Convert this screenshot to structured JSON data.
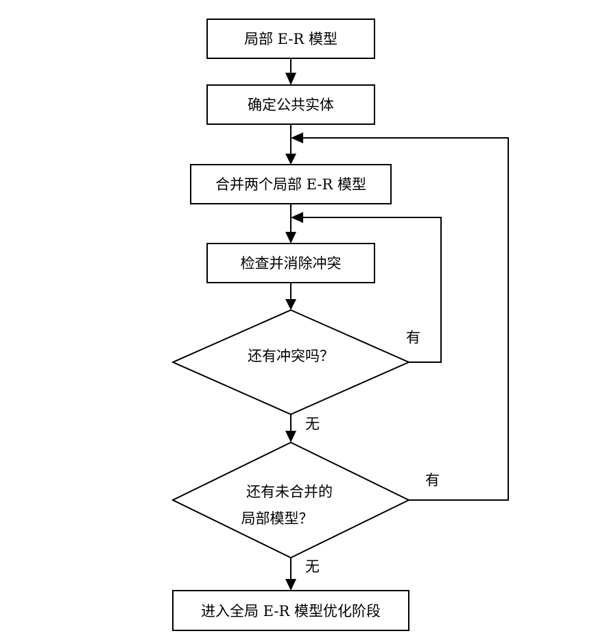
{
  "nodes": {
    "local_er_model": "局部 E-R 模型",
    "determine_common_entities": "确定公共实体",
    "merge_two_local_models": "合并两个局部 E-R 模型",
    "check_and_eliminate_conflicts": "检查并消除冲突",
    "still_conflicts_question": "还有冲突吗？",
    "unmerged_models_question_line1": "还有未合并的",
    "unmerged_models_question_line2": "局部模型？",
    "enter_global_optimization": "进入全局 E-R 模型优化阶段"
  },
  "edges": {
    "conflicts_yes": "有",
    "conflicts_no": "无",
    "unmerged_yes": "有",
    "unmerged_no": "无"
  },
  "colors": {
    "stroke": "#000000",
    "background": "#ffffff",
    "text": "#000000"
  }
}
